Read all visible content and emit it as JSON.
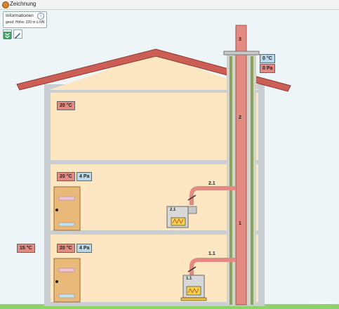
{
  "window": {
    "title": "Zeichnung"
  },
  "info_panel": {
    "title": "Informationen",
    "location_line": "geod. Höhe: 320 m ü NN"
  },
  "outdoor": {
    "temperature": "15 °C"
  },
  "chimney_top": {
    "temperature": "0 °C",
    "pressure": "0 Pa"
  },
  "attic": {
    "temperature": "20 °C"
  },
  "floor2": {
    "temperature": "20 °C",
    "pressure": "4 Pa"
  },
  "floor1": {
    "temperature": "20 °C",
    "pressure": "4 Pa"
  },
  "chimney_segments": {
    "top": "3",
    "middle": "2",
    "lower": "1"
  },
  "connectors": {
    "upper_pipe": "2.1",
    "lower_pipe": "1.1"
  },
  "appliances": {
    "upper": "2.1",
    "lower": "1.1"
  },
  "watermark": "© Kutzner"
}
